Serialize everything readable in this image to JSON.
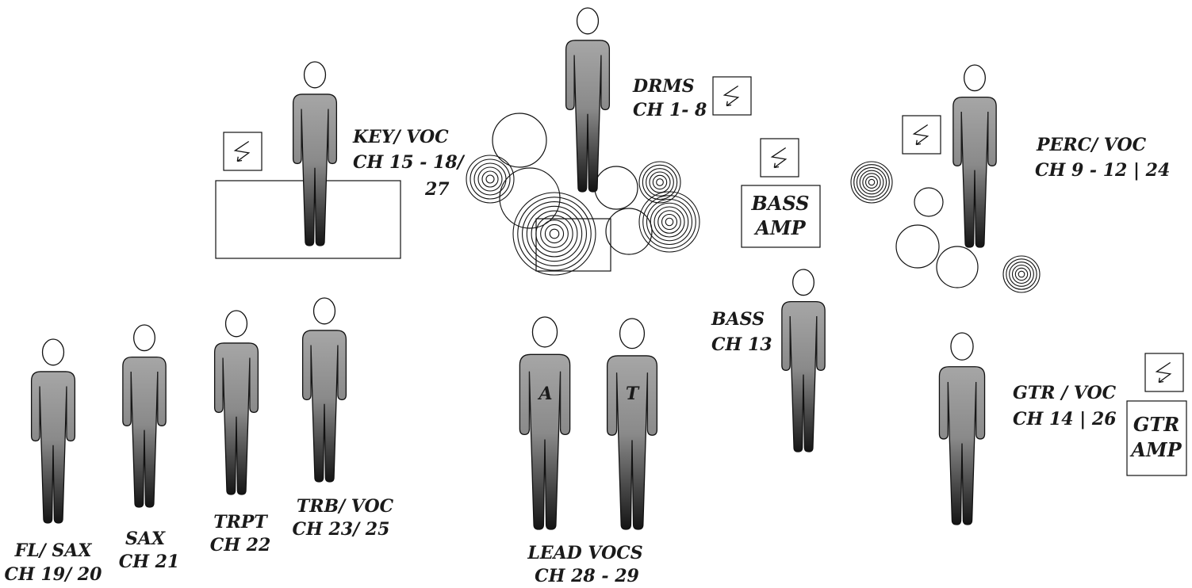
{
  "colors": {
    "figure_top": "#a6a6a6",
    "figure_bottom": "#161616",
    "head_fill": "#ffffff",
    "stroke": "#111111"
  },
  "labels": {
    "key_voc": [
      "KEY/ VOC",
      "CH 15 - 18/",
      "27"
    ],
    "drms": [
      "DRMS",
      "CH 1- 8"
    ],
    "perc_voc": [
      "PERC/ VOC",
      "CH 9 - 12 | 24"
    ],
    "bass_amp": [
      "BASS",
      "AMP"
    ],
    "bass": [
      "BASS",
      "CH 13"
    ],
    "gtr_voc": [
      "GTR / VOC",
      "CH 14 | 26"
    ],
    "gtr_amp": [
      "GTR",
      "AMP"
    ],
    "fl_sax": [
      "FL/ SAX",
      "CH 19/ 20"
    ],
    "sax": [
      "SAX",
      "CH 21"
    ],
    "trpt": [
      "TRPT",
      "CH 22"
    ],
    "trb_voc": [
      "TRB/ VOC",
      "CH 23/ 25"
    ],
    "lead_vocs": [
      "LEAD VOCS",
      "CH 28 - 29"
    ]
  },
  "vocal_letters": {
    "left": "A",
    "right": "T"
  },
  "icons": {
    "monitor": "power-monitor-icon"
  }
}
